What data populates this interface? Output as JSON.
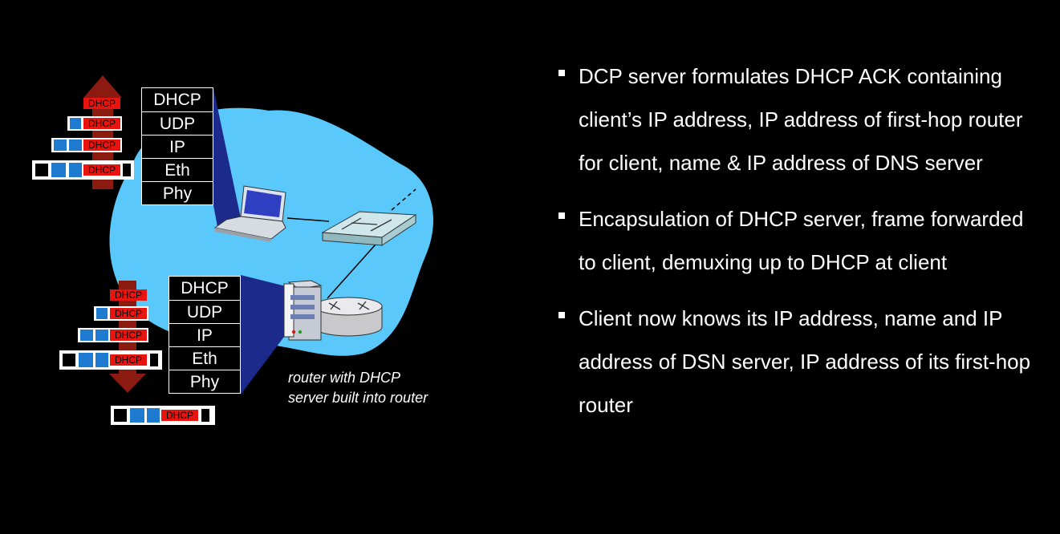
{
  "diagram": {
    "stack_top": [
      "DHCP",
      "UDP",
      "IP",
      "Eth",
      "Phy"
    ],
    "stack_bottom": [
      "DHCP",
      "UDP",
      "IP",
      "Eth",
      "Phy"
    ],
    "packet_label": "DHCP",
    "caption": "router with DHCP server built into router",
    "colors": {
      "cloud": "#5ac8fa",
      "packet_red": "#e8140f",
      "packet_blue": "#1e7bd0",
      "arrow": "#8b1a10",
      "beam": "#1c2a8c"
    }
  },
  "bullets": [
    "DCP server formulates DHCP ACK containing client’s IP address, IP address of first-hop router for client, name & IP address of DNS server",
    "Encapsulation of DHCP server, frame forwarded to client, demuxing up to DHCP at client",
    "Client now knows its IP address, name and IP address of DSN server, IP address of its first-hop router"
  ]
}
